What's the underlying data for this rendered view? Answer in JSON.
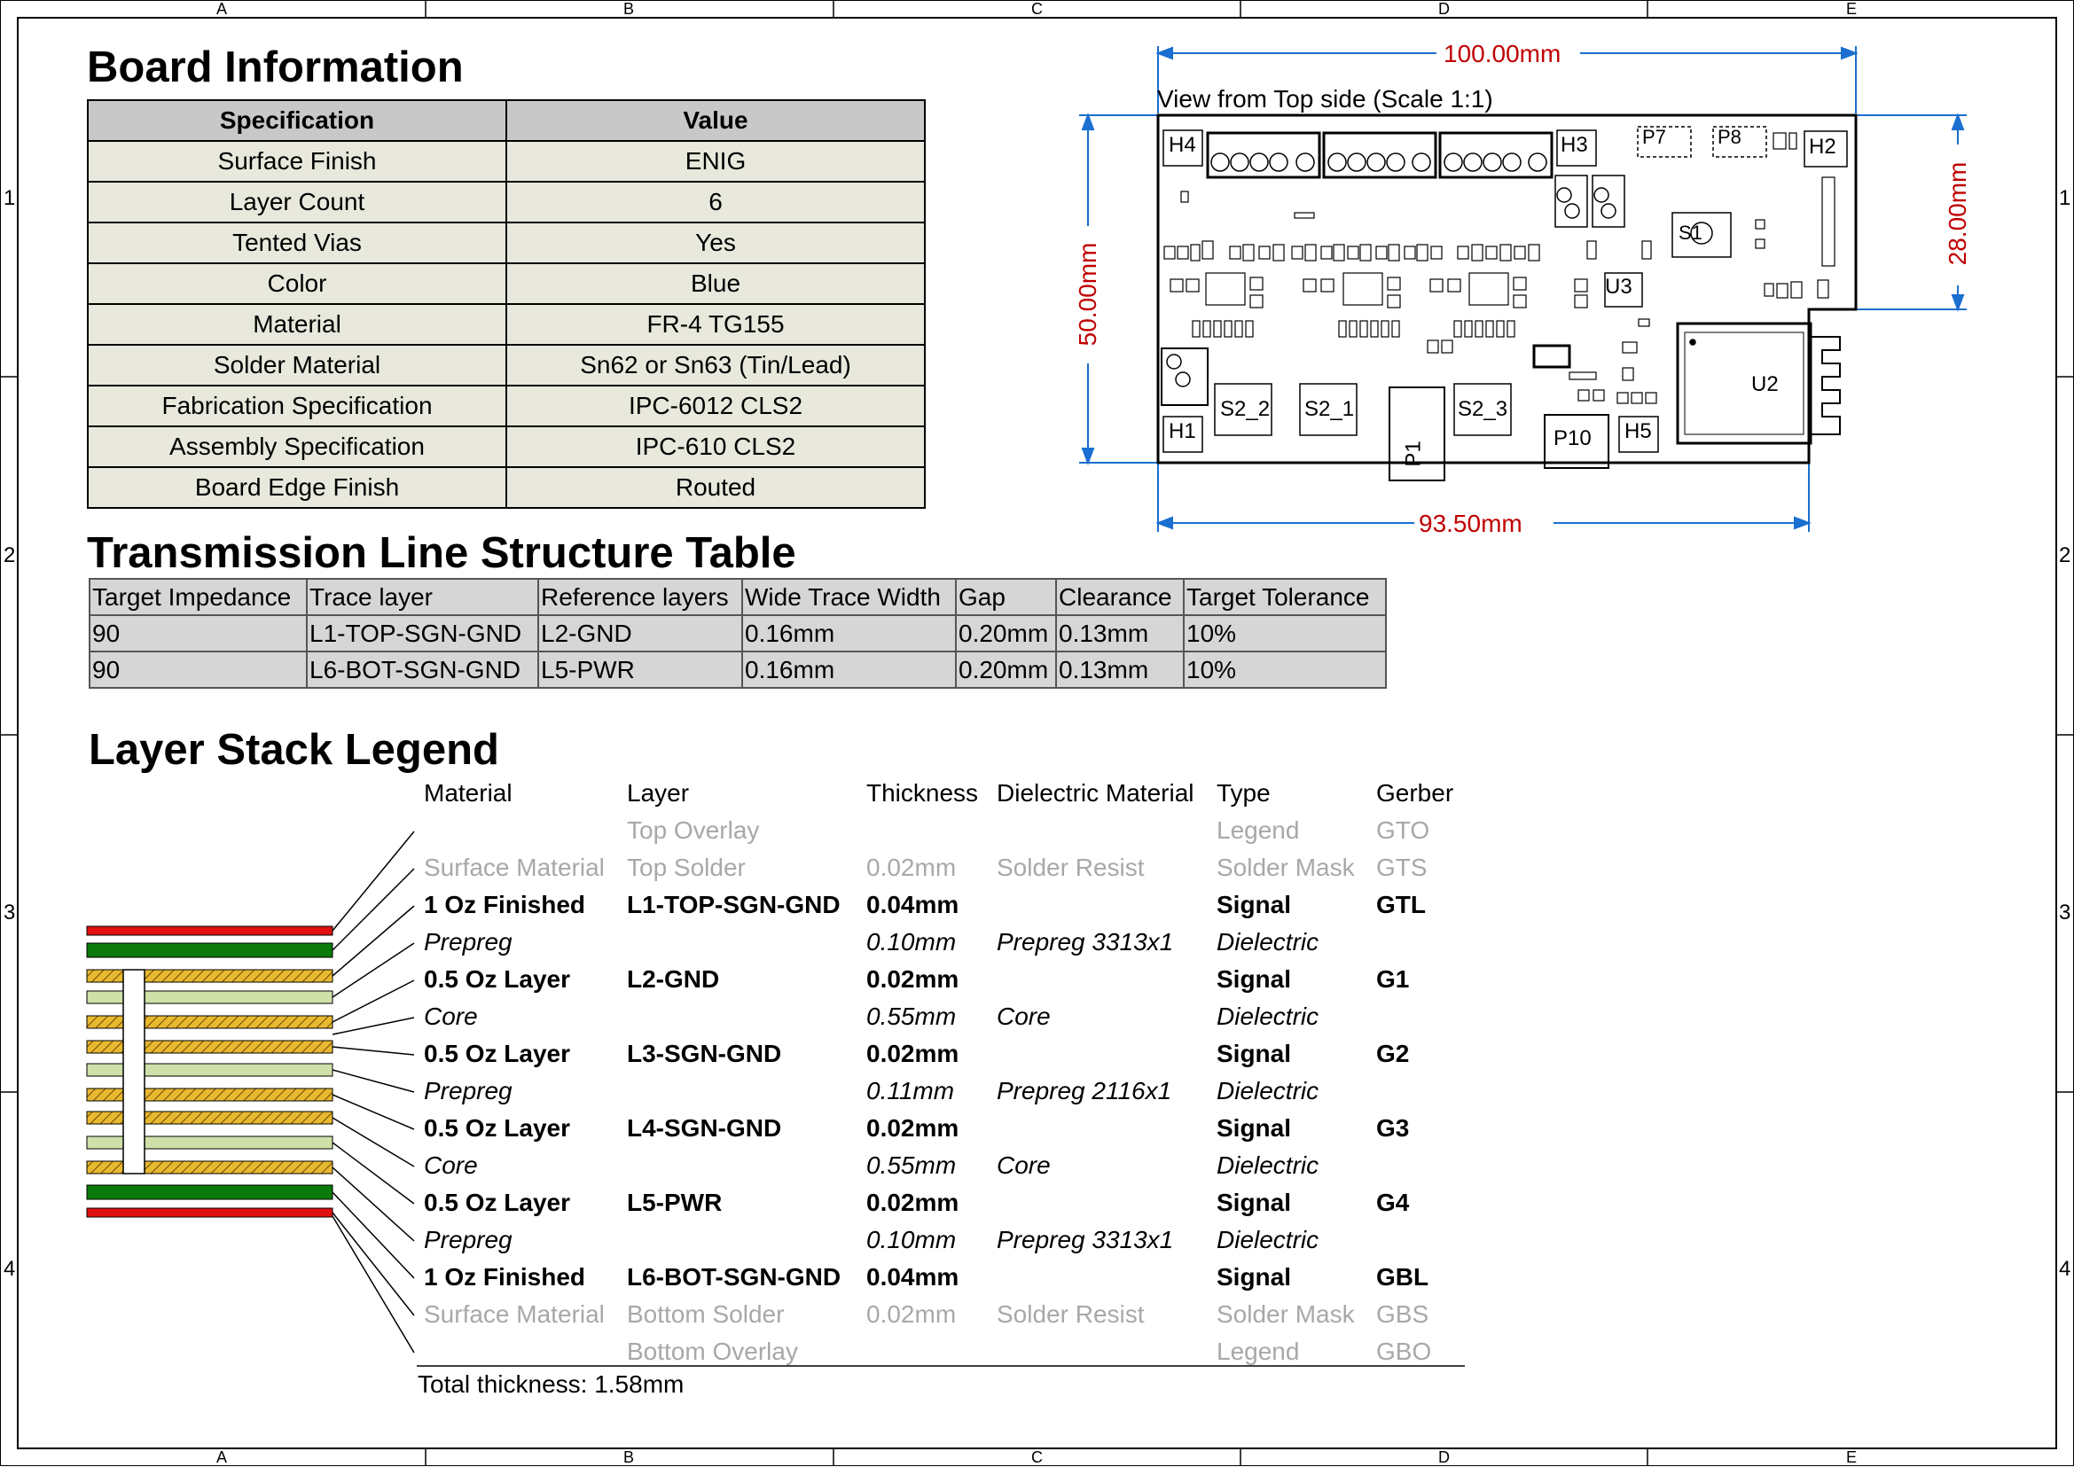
{
  "frame": {
    "columns": [
      "A",
      "B",
      "C",
      "D",
      "E"
    ],
    "rows": [
      "1",
      "2",
      "3",
      "4"
    ]
  },
  "board_info": {
    "title": "Board Information",
    "headers": [
      "Specification",
      "Value"
    ],
    "rows": [
      [
        "Surface Finish",
        "ENIG"
      ],
      [
        "Layer Count",
        "6"
      ],
      [
        "Tented Vias",
        "Yes"
      ],
      [
        "Color",
        "Blue"
      ],
      [
        "Material",
        "FR-4 TG155"
      ],
      [
        "Solder Material",
        "Sn62 or Sn63 (Tin/Lead)"
      ],
      [
        "Fabrication Specification",
        "IPC-6012 CLS2"
      ],
      [
        "Assembly Specification",
        "IPC-610 CLS2"
      ],
      [
        "Board Edge Finish",
        "Routed"
      ]
    ]
  },
  "transmission": {
    "title": "Transmission Line Structure Table",
    "headers": [
      "Target Impedance",
      "Trace layer",
      "Reference layers",
      "Wide Trace Width",
      "Gap",
      "Clearance",
      "Target Tolerance"
    ],
    "rows": [
      [
        "90",
        "L1-TOP-SGN-GND",
        "L2-GND",
        "0.16mm",
        "0.20mm",
        "0.13mm",
        "10%"
      ],
      [
        "90",
        "L6-BOT-SGN-GND",
        "L5-PWR",
        "0.16mm",
        "0.20mm",
        "0.13mm",
        "10%"
      ]
    ]
  },
  "layer_stack": {
    "title": "Layer Stack Legend",
    "headers": [
      "Material",
      "Layer",
      "Thickness",
      "Dielectric Material",
      "Type",
      "Gerber"
    ],
    "rows": [
      {
        "style": "grey",
        "material": "",
        "layer": "Top Overlay",
        "thickness": "",
        "dielectric": "",
        "type": "Legend",
        "gerber": "GTO"
      },
      {
        "style": "grey",
        "material": "Surface Material",
        "layer": "Top Solder",
        "thickness": "0.02mm",
        "dielectric": "Solder Resist",
        "type": "Solder Mask",
        "gerber": "GTS"
      },
      {
        "style": "bold",
        "material": "1 Oz Finished",
        "layer": "L1-TOP-SGN-GND",
        "thickness": "0.04mm",
        "dielectric": "",
        "type": "Signal",
        "gerber": "GTL"
      },
      {
        "style": "italic",
        "material": "Prepreg",
        "layer": "",
        "thickness": "0.10mm",
        "dielectric": "Prepreg 3313x1",
        "type": "Dielectric",
        "gerber": ""
      },
      {
        "style": "bold",
        "material": "0.5 Oz Layer",
        "layer": "L2-GND",
        "thickness": "0.02mm",
        "dielectric": "",
        "type": "Signal",
        "gerber": "G1"
      },
      {
        "style": "italic",
        "material": "Core",
        "layer": "",
        "thickness": "0.55mm",
        "dielectric": "Core",
        "type": "Dielectric",
        "gerber": ""
      },
      {
        "style": "bold",
        "material": "0.5 Oz Layer",
        "layer": "L3-SGN-GND",
        "thickness": "0.02mm",
        "dielectric": "",
        "type": "Signal",
        "gerber": "G2"
      },
      {
        "style": "italic",
        "material": "Prepreg",
        "layer": "",
        "thickness": "0.11mm",
        "dielectric": "Prepreg 2116x1",
        "type": "Dielectric",
        "gerber": ""
      },
      {
        "style": "bold",
        "material": "0.5 Oz Layer",
        "layer": "L4-SGN-GND",
        "thickness": "0.02mm",
        "dielectric": "",
        "type": "Signal",
        "gerber": "G3"
      },
      {
        "style": "italic",
        "material": "Core",
        "layer": "",
        "thickness": "0.55mm",
        "dielectric": "Core",
        "type": "Dielectric",
        "gerber": ""
      },
      {
        "style": "bold",
        "material": "0.5 Oz Layer",
        "layer": "L5-PWR",
        "thickness": "0.02mm",
        "dielectric": "",
        "type": "Signal",
        "gerber": "G4"
      },
      {
        "style": "italic",
        "material": "Prepreg",
        "layer": "",
        "thickness": "0.10mm",
        "dielectric": "Prepreg 3313x1",
        "type": "Dielectric",
        "gerber": ""
      },
      {
        "style": "bold",
        "material": "1 Oz Finished",
        "layer": "L6-BOT-SGN-GND",
        "thickness": "0.04mm",
        "dielectric": "",
        "type": "Signal",
        "gerber": "GBL"
      },
      {
        "style": "grey",
        "material": "Surface Material",
        "layer": "Bottom Solder",
        "thickness": "0.02mm",
        "dielectric": "Solder Resist",
        "type": "Solder Mask",
        "gerber": "GBS"
      },
      {
        "style": "grey",
        "material": "",
        "layer": "Bottom Overlay",
        "thickness": "",
        "dielectric": "",
        "type": "Legend",
        "gerber": "GBO"
      }
    ],
    "total": "Total thickness: 1.58mm"
  },
  "board_view": {
    "caption": "View from Top side (Scale 1:1)",
    "dim_width_total": "100.00mm",
    "dim_width_board": "93.50mm",
    "dim_height_total": "50.00mm",
    "dim_height_partial": "28.00mm",
    "dim_color": "#c00000",
    "designators": [
      "H4",
      "H3",
      "P7",
      "P8",
      "H2",
      "U3",
      "S1",
      "U2",
      "H1",
      "S2_2",
      "S2_1",
      "P1",
      "S2_3",
      "P10",
      "H5"
    ]
  },
  "colors": {
    "copper": "#e8b830",
    "mask": "#0a7a0a",
    "overlay": "#e01010",
    "dielectric": "#cfe0a8"
  }
}
